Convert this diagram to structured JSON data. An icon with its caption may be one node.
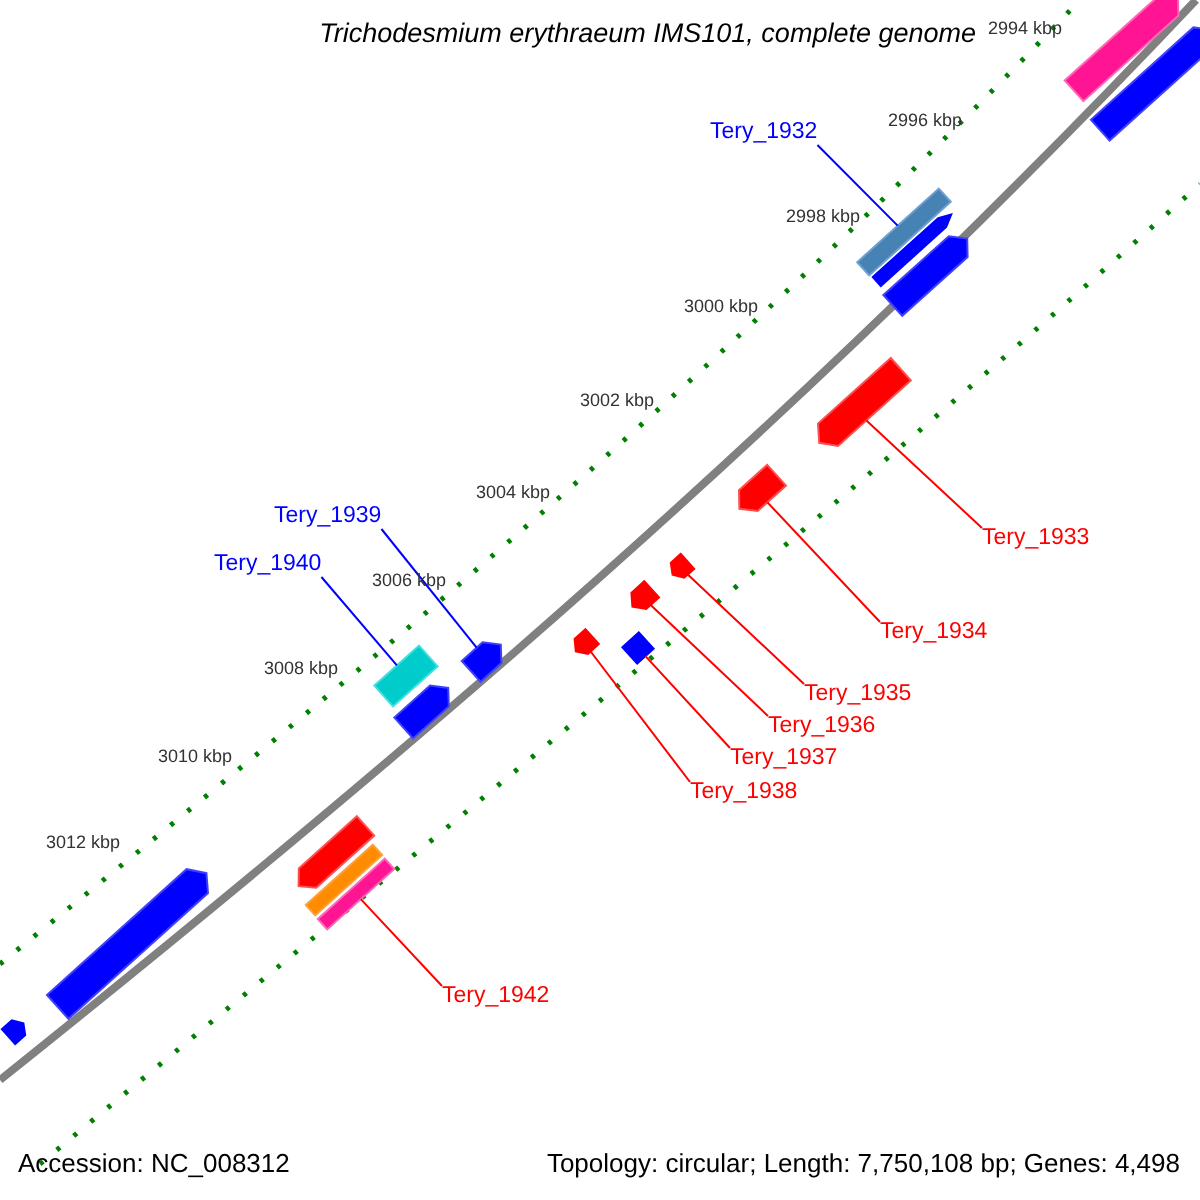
{
  "diagram": {
    "title": "Trichodesmium erythraeum IMS101, complete genome",
    "nodes": [
      {
        "text": [
          "Tery_1932"
        ]
      },
      {
        "text": [],
        "shape": "arrow"
      },
      {
        "text": [
          "Tery_1939"
        ]
      },
      {
        "text": [],
        "shape": "arrow"
      },
      {
        "text": [
          "Tery_1940"
        ]
      },
      {
        "text": [],
        "shape": "arrow"
      },
      {
        "text": [
          "Tery_1933"
        ]
      },
      {
        "text": [],
        "shape": "arrow"
      },
      {
        "text": [
          "Tery_1934"
        ]
      },
      {
        "text": [],
        "shape": "arrow"
      },
      {
        "text": [
          "Tery_1935"
        ]
      },
      {
        "text": [],
        "shape": "arrow"
      },
      {
        "text": [
          "Tery_1936"
        ]
      },
      {
        "text": [],
        "shape": "arrow"
      },
      {
        "text": [
          "Tery_1937"
        ]
      },
      {
        "text": [],
        "shape": "diamond"
      },
      {
        "text": [
          "Tery_1938"
        ]
      },
      {
        "text": [],
        "shape": "arrow"
      },
      {
        "text": [
          "Tery_1942"
        ]
      },
      {
        "text": [],
        "shape": "bar"
      },
      {
        "text": [],
        "shape": "arrow"
      },
      {
        "text": [],
        "shape": "arrow"
      },
      {
        "text": [],
        "shape": "arrow"
      },
      {
        "text": [],
        "shape": "arrow"
      },
      {
        "text": [],
        "shape": "arrow"
      },
      {
        "text": [],
        "shape": "arrow"
      },
      {
        "text": [],
        "shape": "bar"
      },
      {
        "text": [],
        "shape": "arrow"
      },
      {
        "text": [],
        "shape": "arrow"
      }
    ],
    "edges": [
      {
        "from": 0,
        "to": 1,
        "arrow": "none",
        "color": "#0000ff"
      },
      {
        "from": 2,
        "to": 3,
        "arrow": "none",
        "color": "#0000ff"
      },
      {
        "from": 4,
        "to": 5,
        "arrow": "none",
        "color": "#0000ff"
      },
      {
        "from": 6,
        "to": 7,
        "arrow": "none"
      },
      {
        "from": 8,
        "to": 9,
        "arrow": "none"
      },
      {
        "from": 10,
        "to": 11,
        "arrow": "none"
      },
      {
        "from": 12,
        "to": 13,
        "arrow": "none"
      },
      {
        "from": 14,
        "to": 15,
        "arrow": "none"
      },
      {
        "from": 16,
        "to": 17,
        "arrow": "none"
      },
      {
        "from": 18,
        "to": 19,
        "arrow": "none"
      }
    ],
    "labels": [
      "2994 kbp",
      "2996 kbp",
      "2998 kbp",
      "3000 kbp",
      "3002 kbp",
      "3004 kbp",
      "3006 kbp",
      "3008 kbp",
      "3010 kbp",
      "3012 kbp",
      "Accession: NC_008312",
      "Topology: circular; Length: 7,750,108 bp; Genes: 4,498"
    ]
  }
}
